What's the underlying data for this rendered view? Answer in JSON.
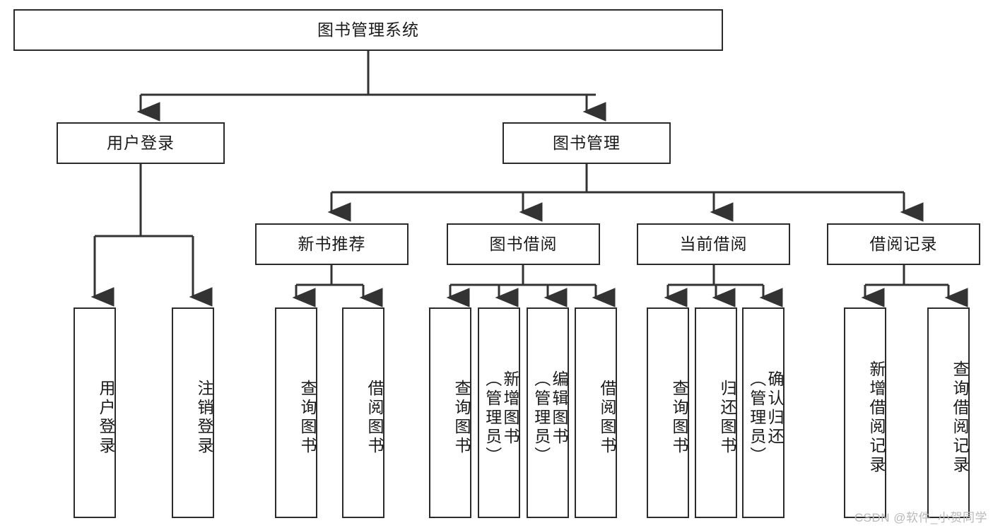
{
  "diagram": {
    "title_node": "图书管理系统",
    "watermark": "CSDN @软件_小贺同学",
    "colors": {
      "box_border": "#2b2b2b",
      "box_fill": "#ffffff",
      "connector": "#333333",
      "text": "#1a1a1a",
      "watermark": "#b9b9b9"
    },
    "levels": {
      "level1": [
        "图书管理系统"
      ],
      "level2": [
        "用户登录",
        "图书管理"
      ],
      "level3": [
        "新书推荐",
        "图书借阅",
        "当前借阅",
        "借阅记录"
      ],
      "level4": [
        "用户登录",
        "注销登录",
        "查询图书",
        "借阅图书",
        "查询图书",
        "新增图书（管理员）",
        "编辑图书（管理员）",
        "借阅图书",
        "查询图书",
        "归还图书",
        "确认归还（管理员）",
        "新增借阅记录",
        "查询借阅记录"
      ]
    },
    "nodes": {
      "root": {
        "label": "图书管理系统"
      },
      "user_login": {
        "label": "用户登录"
      },
      "book_manage": {
        "label": "图书管理"
      },
      "new_book_rec": {
        "label": "新书推荐"
      },
      "book_borrow": {
        "label": "图书借阅"
      },
      "current_borrow": {
        "label": "当前借阅"
      },
      "borrow_record": {
        "label": "借阅记录"
      },
      "leaf_user_login": {
        "label": "用户登录"
      },
      "leaf_logout": {
        "label": "注销登录"
      },
      "leaf_query_book_a": {
        "label": "查询图书"
      },
      "leaf_borrow_book_a": {
        "label": "借阅图书"
      },
      "leaf_query_book_b": {
        "label": "查询图书"
      },
      "leaf_add_book_admin": {
        "label": "新增图书\n（管理员）"
      },
      "leaf_edit_book_admin": {
        "label": "编辑图书\n（管理员）"
      },
      "leaf_borrow_book_b": {
        "label": "借阅图书"
      },
      "leaf_query_book_c": {
        "label": "查询图书"
      },
      "leaf_return_book": {
        "label": "归还图书"
      },
      "leaf_confirm_return_admin": {
        "label": "确认归还\n（管理员）"
      },
      "leaf_add_borrow_record": {
        "label": "新增借阅记录"
      },
      "leaf_query_borrow_record": {
        "label": "查询借阅记录"
      }
    }
  }
}
